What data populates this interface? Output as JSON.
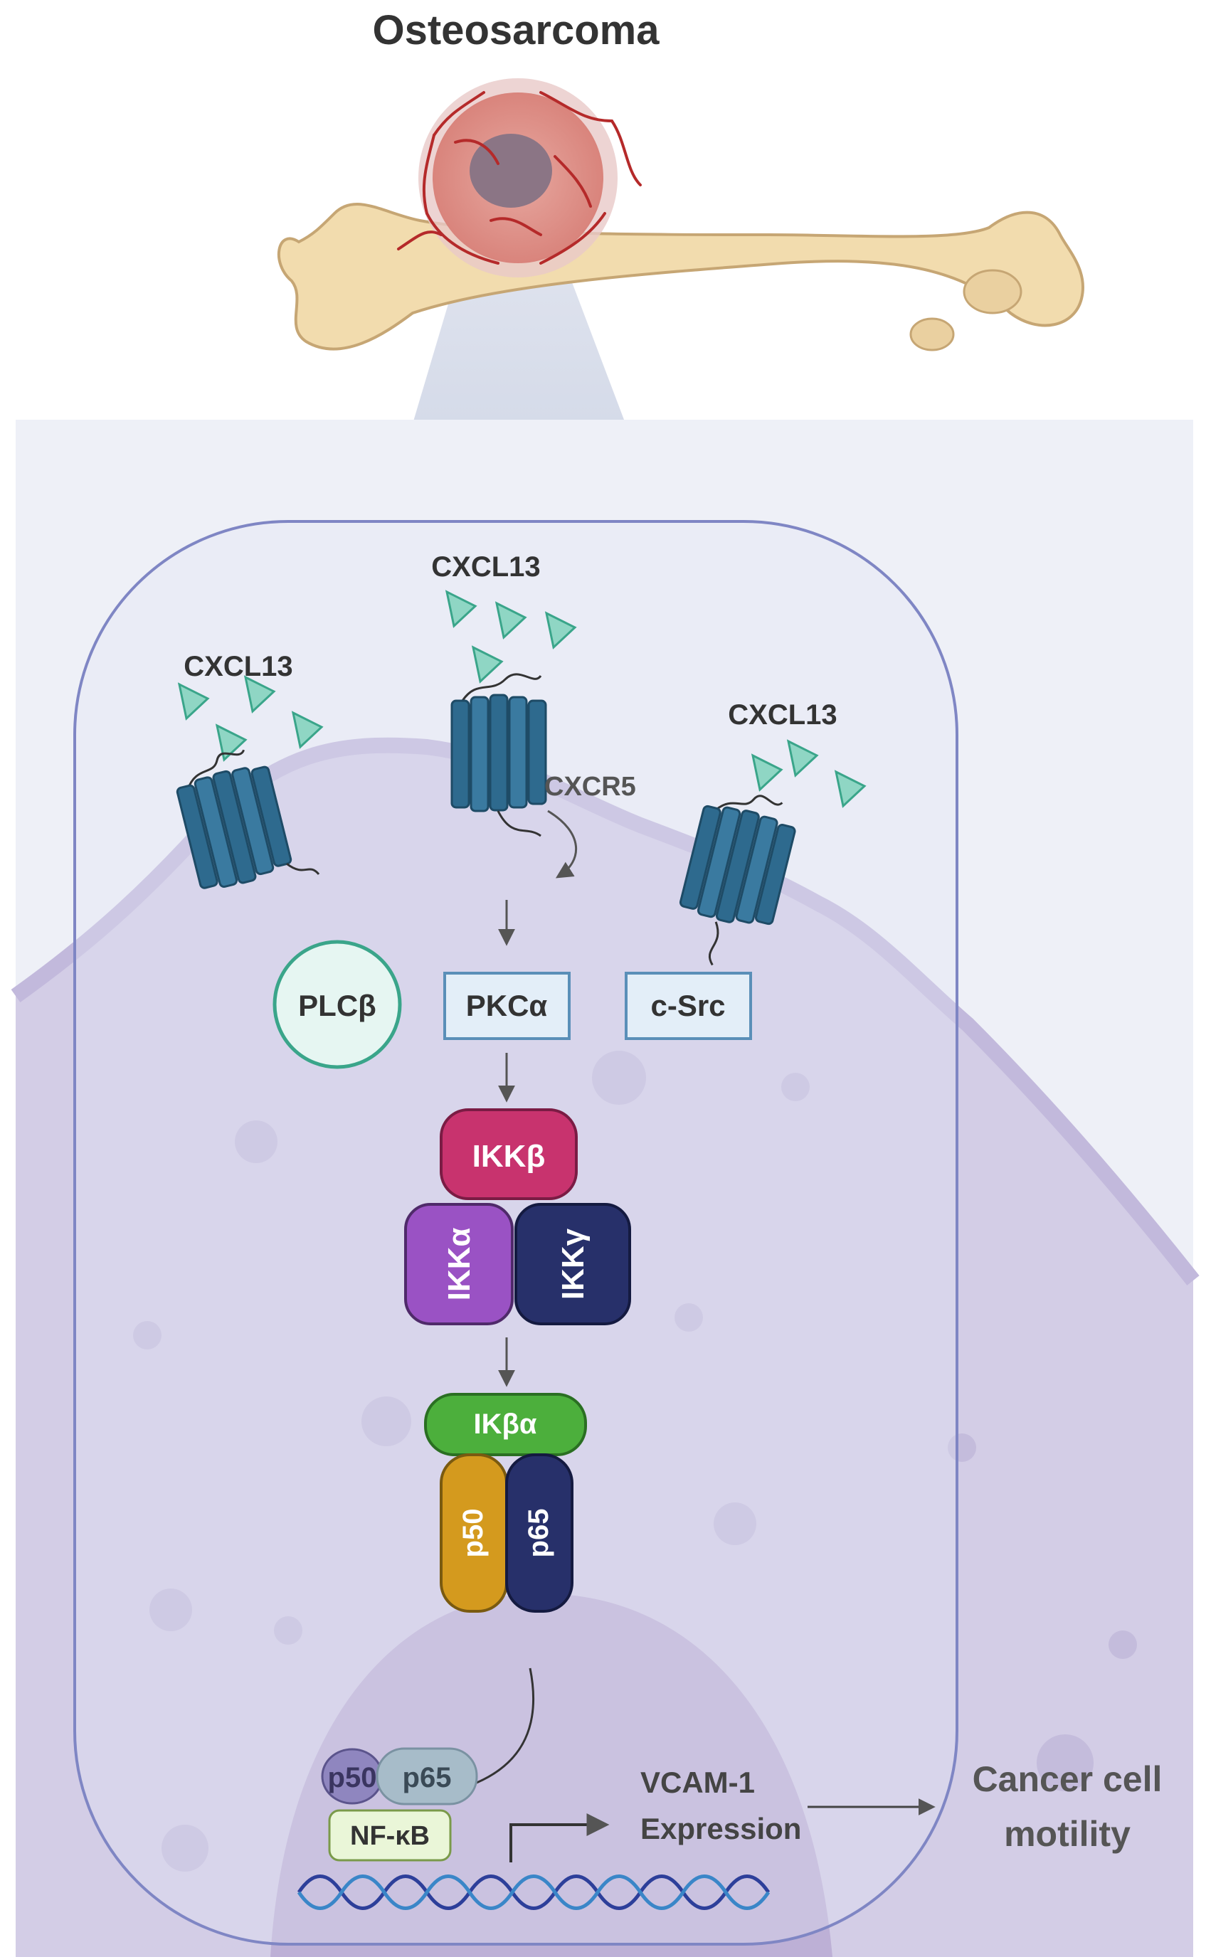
{
  "title": "Osteosarcoma",
  "ligands": {
    "left": "CXCL13",
    "center": "CXCL13",
    "right": "CXCL13"
  },
  "receptor": "CXCR5",
  "kinases": {
    "plc": "PLCβ",
    "pkc": "PKCα",
    "src": "c-Src"
  },
  "ikk_complex": {
    "beta": "IKKβ",
    "alpha": "IKKα",
    "gamma": "IKKγ"
  },
  "nfkb_complex": {
    "inhibitor": "IKβα",
    "p50": "p50",
    "p65": "p65"
  },
  "nucleus": {
    "p50": "p50",
    "p65": "p65",
    "nfkb": "NF-κB",
    "gene_line1": "VCAM-1",
    "gene_line2": "Expression",
    "outcome_line1": "Cancer cell",
    "outcome_line2": "motility"
  },
  "colors": {
    "ligand": "#8fd6c4",
    "receptor": "#2e6a8e",
    "cell": "#d3cde6",
    "nucleus": "#bdb0d6",
    "ikk_beta": "#c8336e",
    "ikk_alpha": "#9a52c4",
    "ikk_gamma": "#27306a",
    "ikba": "#4caf3c",
    "p50": "#d49a1e",
    "p65": "#27306a"
  }
}
